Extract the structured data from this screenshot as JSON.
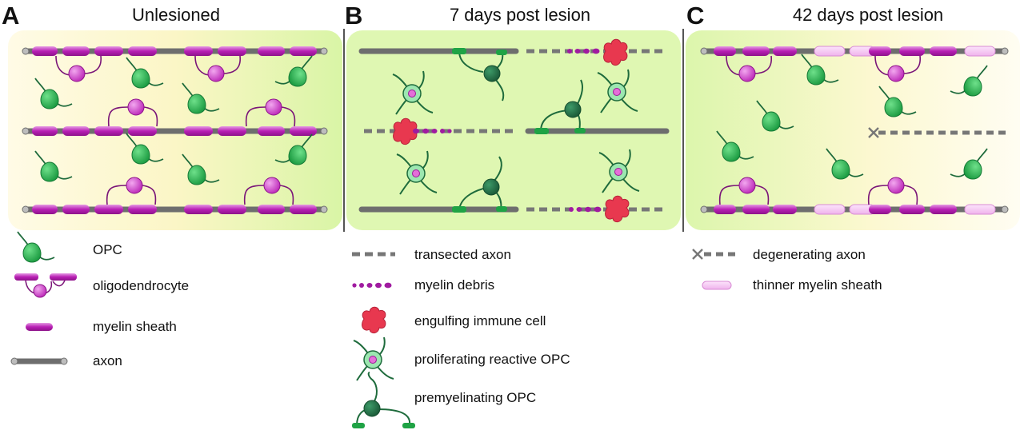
{
  "panels": [
    {
      "letter": "A",
      "title": "Unlesioned"
    },
    {
      "letter": "B",
      "title": "7 days post lesion"
    },
    {
      "letter": "C",
      "title": "42 days post lesion"
    }
  ],
  "legend": {
    "a": [
      "OPC",
      "oligodendrocyte",
      "myelin sheath",
      "axon"
    ],
    "b": [
      "transected axon",
      "myelin debris",
      "engulfing immune cell",
      "proliferating reactive OPC",
      "premyelinating OPC"
    ],
    "c": [
      "degenerating axon",
      "thinner myelin sheath"
    ]
  },
  "colors": {
    "panel_green": "#dff7b2",
    "center_yellow": "#fffbd9",
    "axon": "#6e6e6e",
    "myelin": "#b81fb4",
    "myelin_light": "#f0b8ee",
    "opc": "#1fa345",
    "opc_dark": "#1e6b3c",
    "immune": "#e8384f"
  }
}
